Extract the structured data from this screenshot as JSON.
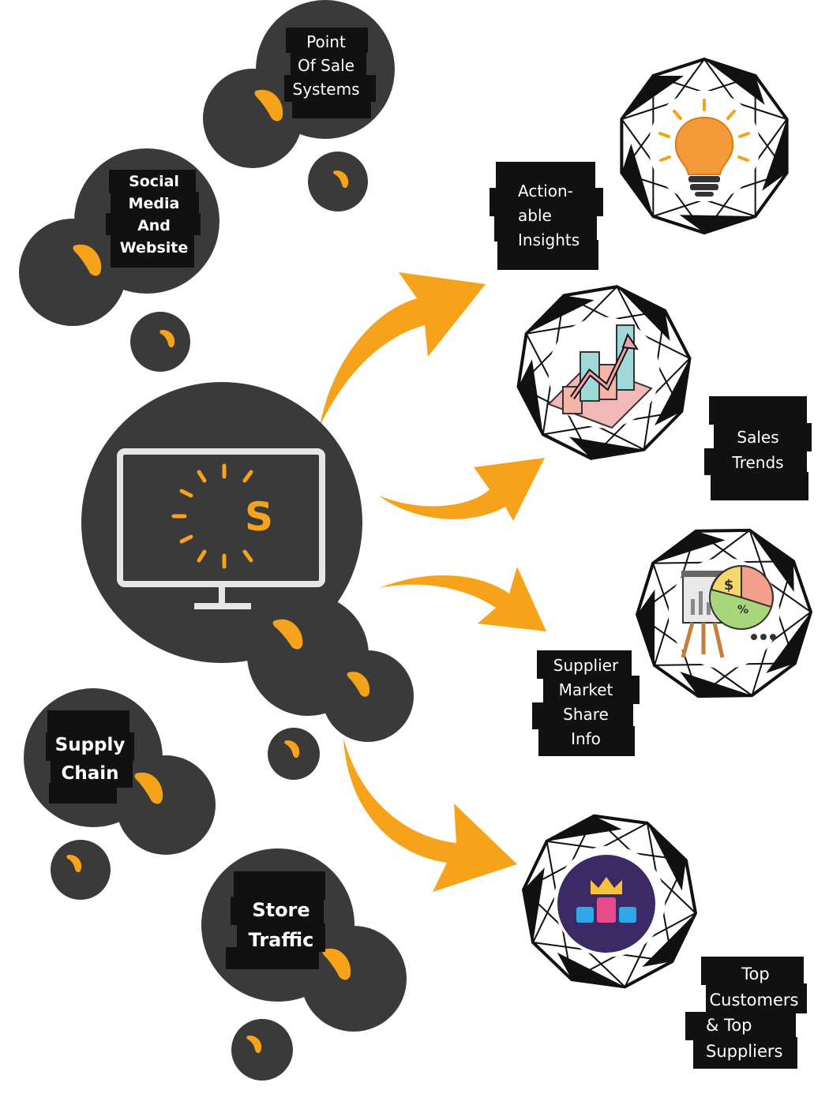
{
  "colors": {
    "bubble": "#3a3a3a",
    "accent": "#f7a21b",
    "label_bg": "#111111",
    "text": "#ffffff",
    "crystal_stroke": "#111111"
  },
  "center": {
    "icon": "monitor-icon",
    "logo_letter": "S"
  },
  "sources": [
    {
      "id": "pos",
      "lines": [
        "Point",
        "Of Sale",
        "Systems"
      ]
    },
    {
      "id": "social",
      "lines": [
        "Social",
        "Media",
        "And",
        "Website"
      ]
    },
    {
      "id": "supply",
      "lines": [
        "Supply",
        "Chain"
      ]
    },
    {
      "id": "traffic",
      "lines": [
        "Store",
        "Traffic"
      ]
    }
  ],
  "outputs": [
    {
      "id": "insights",
      "icon": "lightbulb-icon",
      "lines": [
        "Action-",
        "able",
        "Insights"
      ]
    },
    {
      "id": "sales",
      "icon": "bar-chart-trend-icon",
      "lines": [
        "Sales",
        "Trends"
      ]
    },
    {
      "id": "supplier",
      "icon": "presentation-pie-chart-icon",
      "lines": [
        "Supplier",
        "Market",
        "Share",
        "Info"
      ]
    },
    {
      "id": "top",
      "icon": "crown-podium-icon",
      "lines": [
        "Top",
        "Customers",
        "& Top",
        "Suppliers"
      ]
    }
  ],
  "icons": {
    "dollar": "$",
    "percent": "%"
  }
}
